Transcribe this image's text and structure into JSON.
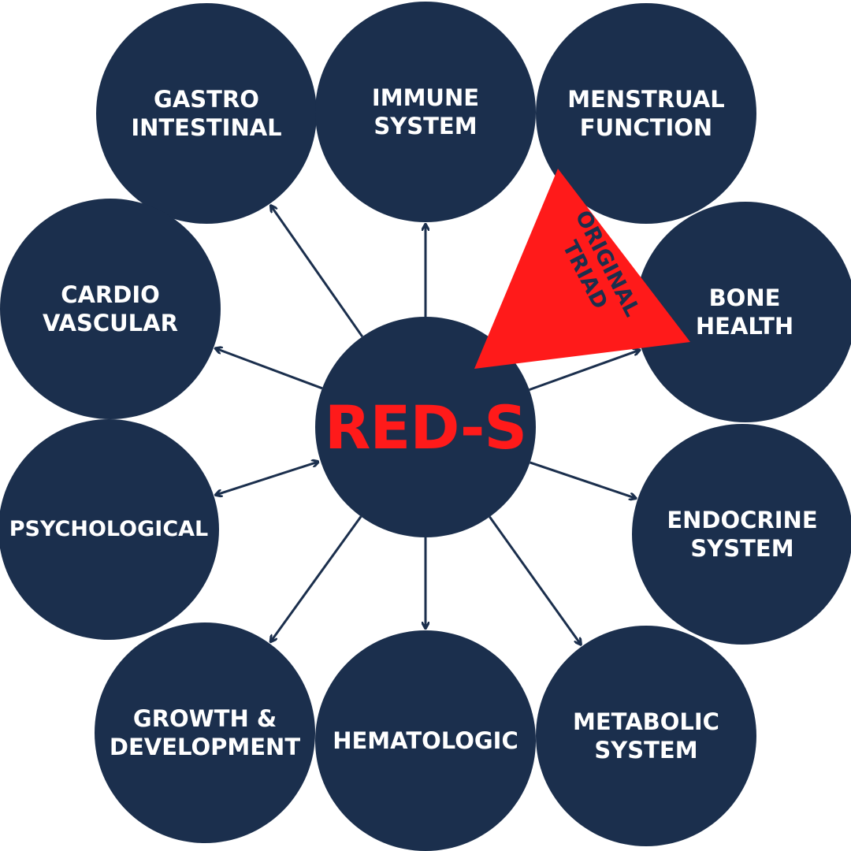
{
  "colors": {
    "node": "#1b2f4d",
    "accent": "#ff1a1a",
    "text": "#ffffff",
    "background": "#ffffff"
  },
  "center": {
    "label": "RED-S"
  },
  "triad": {
    "label": "ORIGINAL\nTRIAD"
  },
  "nodes": [
    {
      "id": "gastro",
      "label": "GASTRO\nINTESTINAL"
    },
    {
      "id": "immune",
      "label": "IMMUNE\nSYSTEM"
    },
    {
      "id": "menstrual",
      "label": "MENSTRUAL\nFUNCTION"
    },
    {
      "id": "bone",
      "label": "BONE\nHEALTH"
    },
    {
      "id": "endocrine",
      "label": "ENDOCRINE\nSYSTEM"
    },
    {
      "id": "metabolic",
      "label": "METABOLIC\nSYSTEM"
    },
    {
      "id": "hematologic",
      "label": "HEMATOLOGIC"
    },
    {
      "id": "growth",
      "label": "GROWTH &\nDEVELOPMENT"
    },
    {
      "id": "psychological",
      "label": "PSYCHOLOGICAL"
    },
    {
      "id": "cardio",
      "label": "CARDIO\nVASCULAR"
    }
  ]
}
